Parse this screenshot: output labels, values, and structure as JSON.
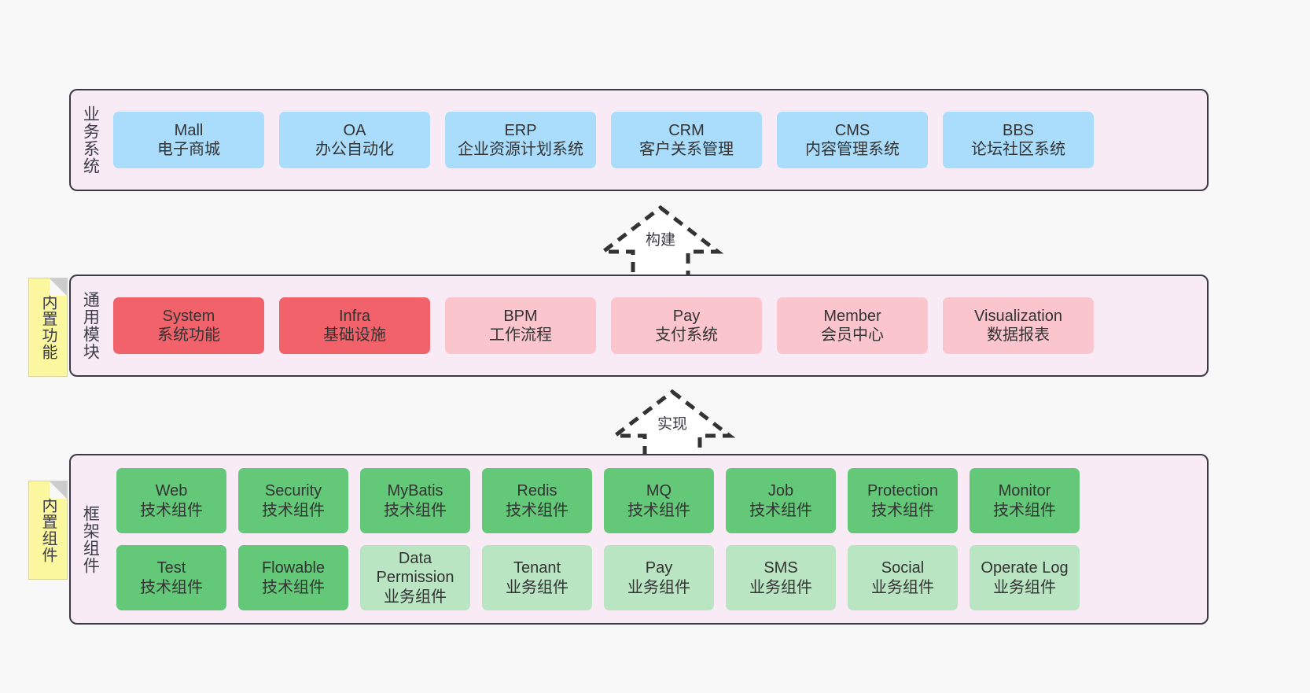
{
  "diagram": {
    "title": "Layered Architecture Diagram",
    "colors": {
      "layer_background": "#f9ebf5",
      "layer_border": "#3b3b46",
      "business_card": "#aadcfb",
      "core_module_card": "#f1626a",
      "module_card": "#fbc5ce",
      "tech_component_card": "#63c878",
      "business_component_card": "#b9e5c3",
      "note": "#fbf79e",
      "page_background": "#f8f8f8"
    }
  },
  "layers": {
    "business": {
      "title": "业务系统",
      "cards": [
        {
          "en": "Mall",
          "cn": "电子商城"
        },
        {
          "en": "OA",
          "cn": "办公自动化"
        },
        {
          "en": "ERP",
          "cn": "企业资源计划系统"
        },
        {
          "en": "CRM",
          "cn": "客户关系管理"
        },
        {
          "en": "CMS",
          "cn": "内容管理系统"
        },
        {
          "en": "BBS",
          "cn": "论坛社区系统"
        }
      ]
    },
    "common": {
      "title": "通用模块",
      "cards": [
        {
          "en": "System",
          "cn": "系统功能",
          "style": "c-red"
        },
        {
          "en": "Infra",
          "cn": "基础设施",
          "style": "c-red"
        },
        {
          "en": "BPM",
          "cn": "工作流程",
          "style": "c-pink"
        },
        {
          "en": "Pay",
          "cn": "支付系统",
          "style": "c-pink"
        },
        {
          "en": "Member",
          "cn": "会员中心",
          "style": "c-pink"
        },
        {
          "en": "Visualization",
          "cn": "数据报表",
          "style": "c-pink"
        }
      ]
    },
    "framework": {
      "title": "框架组件",
      "row1": [
        {
          "en": "Web",
          "cn": "技术组件",
          "style": "c-green"
        },
        {
          "en": "Security",
          "cn": "技术组件",
          "style": "c-green"
        },
        {
          "en": "MyBatis",
          "cn": "技术组件",
          "style": "c-green"
        },
        {
          "en": "Redis",
          "cn": "技术组件",
          "style": "c-green"
        },
        {
          "en": "MQ",
          "cn": "技术组件",
          "style": "c-green"
        },
        {
          "en": "Job",
          "cn": "技术组件",
          "style": "c-green"
        },
        {
          "en": "Protection",
          "cn": "技术组件",
          "style": "c-green"
        },
        {
          "en": "Monitor",
          "cn": "技术组件",
          "style": "c-green"
        }
      ],
      "row2": [
        {
          "en": "Test",
          "cn": "技术组件",
          "style": "c-green"
        },
        {
          "en": "Flowable",
          "cn": "技术组件",
          "style": "c-green"
        },
        {
          "en": "Data Permission",
          "cn": "业务组件",
          "style": "c-lightgreen"
        },
        {
          "en": "Tenant",
          "cn": "业务组件",
          "style": "c-lightgreen"
        },
        {
          "en": "Pay",
          "cn": "业务组件",
          "style": "c-lightgreen"
        },
        {
          "en": "SMS",
          "cn": "业务组件",
          "style": "c-lightgreen"
        },
        {
          "en": "Social",
          "cn": "业务组件",
          "style": "c-lightgreen"
        },
        {
          "en": "Operate Log",
          "cn": "业务组件",
          "style": "c-lightgreen"
        }
      ]
    }
  },
  "notes": [
    {
      "id": "functions",
      "label": "内置功能"
    },
    {
      "id": "components",
      "label": "内置组件"
    }
  ],
  "arrows": [
    {
      "id": "build",
      "label": "构建",
      "direction": "up"
    },
    {
      "id": "realize",
      "label": "实现",
      "direction": "up"
    }
  ]
}
